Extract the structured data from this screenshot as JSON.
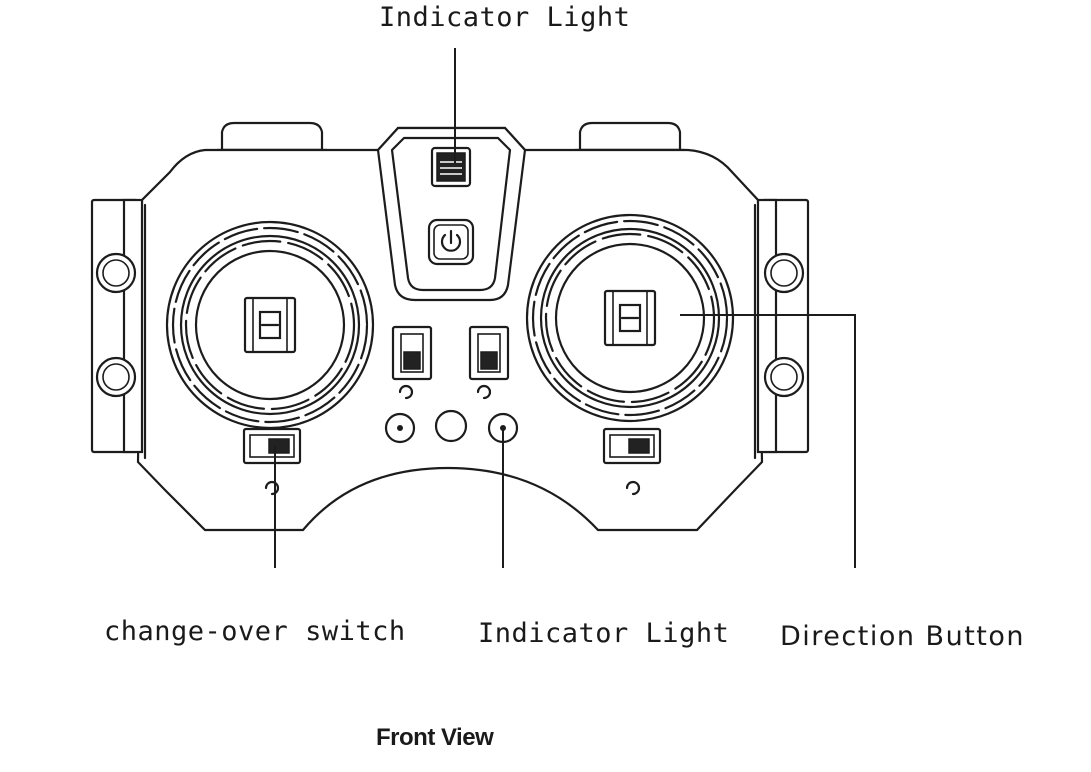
{
  "labels": {
    "top_indicator": "Indicator Light",
    "changeover_switch": "change-over switch",
    "bottom_indicator": "Indicator Light",
    "direction_button": "Direction Button",
    "caption": "Front View"
  },
  "colors": {
    "line": "#1c1c1c",
    "background": "#ffffff"
  },
  "icons": [
    "power-icon",
    "indicator-chip-icon"
  ]
}
